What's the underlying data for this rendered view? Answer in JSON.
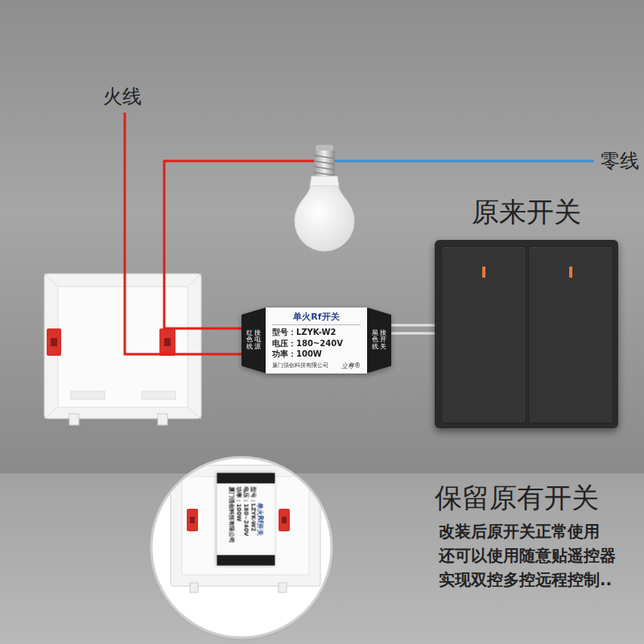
{
  "diagram": {
    "nodes": [
      {
        "text": [
          "单火Rf开关",
          "型号：LZYK-W2",
          "电压：180~240V",
          "功率：100W",
          "厦门强创科技有限公司",
          "立尊®",
          "红色线",
          "接电源",
          "黑色线",
          "接开关"
        ]
      },
      {
        "text": [
          "原来开关"
        ]
      }
    ],
    "edges": [
      {
        "from": 0,
        "to": 1,
        "arrow": "none"
      }
    ],
    "labels": [
      "火线",
      "零线",
      "保留原有开关",
      "改装后原开关正常使用",
      "还可以使用随意贴遥控器",
      "实现双控多控远程控制..",
      "单火Rf开关",
      "型号：LZYK-W2",
      "电压：180~240V",
      "功率：100W",
      "厦门强创科技有限公司"
    ]
  }
}
